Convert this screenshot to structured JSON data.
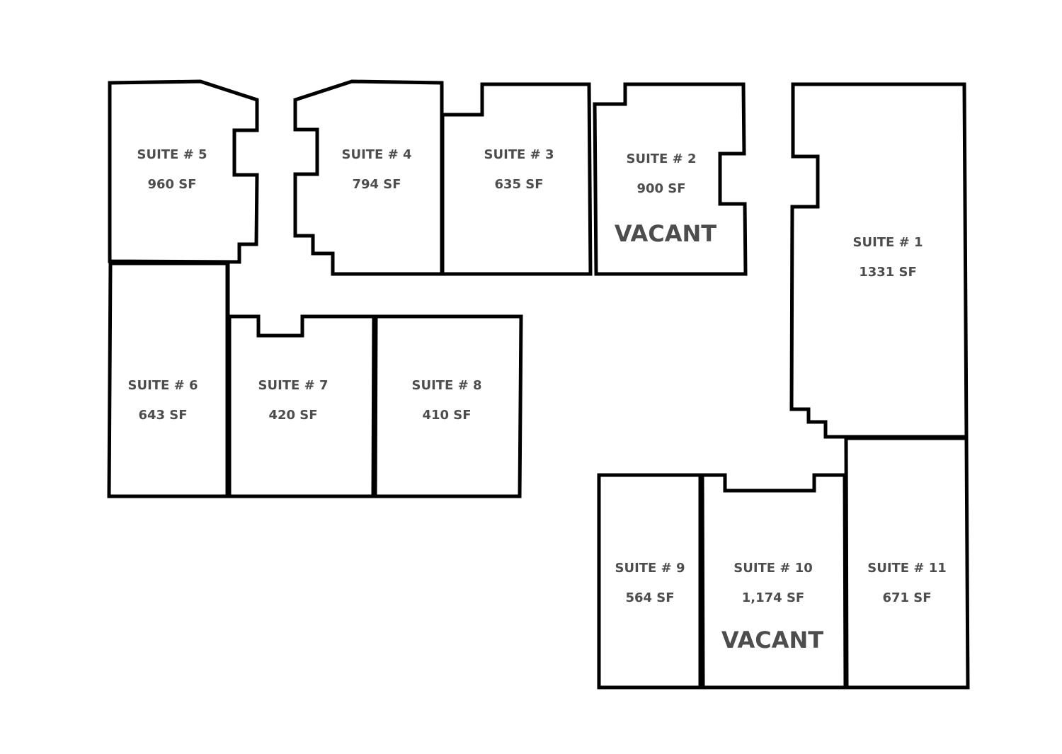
{
  "suites": {
    "s1": {
      "name": "SUITE # 1",
      "area": "1331 SF"
    },
    "s2": {
      "name": "SUITE # 2",
      "area": "900 SF",
      "status": "VACANT"
    },
    "s3": {
      "name": "SUITE # 3",
      "area": "635 SF"
    },
    "s4": {
      "name": "SUITE # 4",
      "area": "794 SF"
    },
    "s5": {
      "name": "SUITE # 5",
      "area": "960 SF"
    },
    "s6": {
      "name": "SUITE # 6",
      "area": "643 SF"
    },
    "s7": {
      "name": "SUITE # 7",
      "area": "420 SF"
    },
    "s8": {
      "name": "SUITE # 8",
      "area": "410 SF"
    },
    "s9": {
      "name": "SUITE # 9",
      "area": "564 SF"
    },
    "s10": {
      "name": "SUITE # 10",
      "area": "1,174 SF",
      "status": "VACANT"
    },
    "s11": {
      "name": "SUITE # 11",
      "area": "671 SF"
    }
  }
}
